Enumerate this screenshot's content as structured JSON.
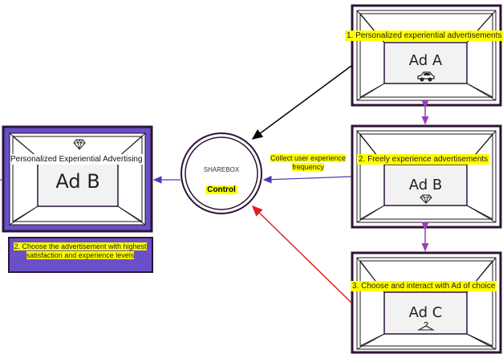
{
  "left_panel": {
    "title": "Personalized Experiential Advertising",
    "ad_label": "Ad B",
    "icon": "diamond-icon",
    "caption": "2. Choose the advertisement with highest satisfaction and experience levels"
  },
  "center": {
    "title": "SHAREBOX",
    "label": "Control",
    "edge_label": "Collect user experience frequency"
  },
  "right_panels": [
    {
      "caption": "1. Personalized experiential advertisements",
      "ad_label": "Ad A",
      "icon": "car-icon"
    },
    {
      "caption": "2. Freely experience advertisements",
      "ad_label": "Ad B",
      "icon": "diamond-icon"
    },
    {
      "caption": "3. Choose and interact with Ad of choice",
      "ad_label": "Ad C",
      "icon": "hanger-icon"
    }
  ],
  "colors": {
    "frame_dark": "#2d1437",
    "frame_fill_left": "#6a4fc9",
    "highlight": "#ffff00",
    "arrow_black": "#000000",
    "arrow_blue": "#4a3ab0",
    "arrow_red": "#e02020",
    "connector_purple": "#9b3fb5"
  }
}
